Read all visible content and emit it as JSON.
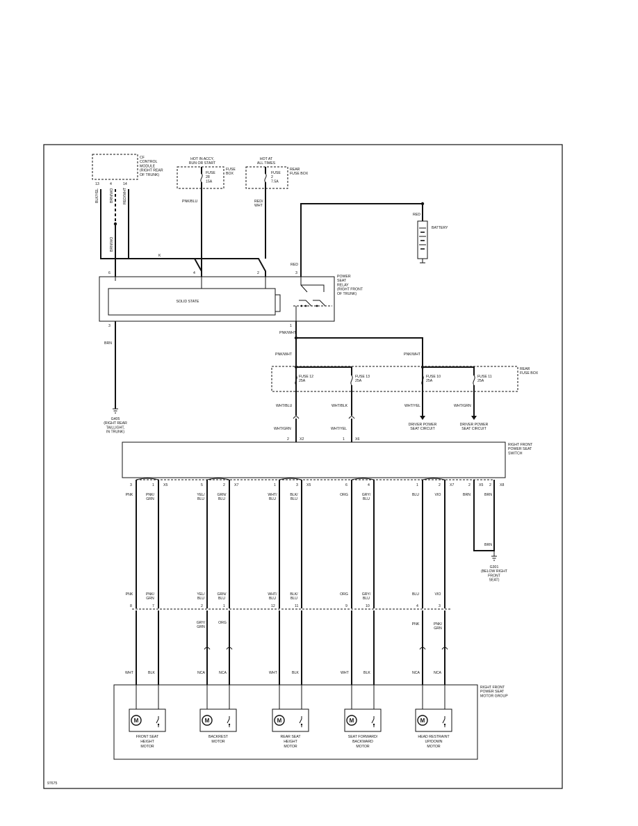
{
  "figure_id": "97675",
  "control_module": {
    "label": [
      "CF",
      "CONTROL",
      "MODULE",
      "(RIGHT REAR",
      "OF TRUNK)"
    ],
    "pins": [
      "13",
      "4",
      "14"
    ]
  },
  "fuse_hot_accy": {
    "heading": [
      "HOT IN ACCY,",
      "RUN OR START"
    ],
    "fuse": [
      "FUSE",
      "28",
      "15A"
    ],
    "box": [
      "FUSE",
      "BOX"
    ]
  },
  "fuse_hot_always": {
    "heading": [
      "HOT AT",
      "ALL TIMES"
    ],
    "fuse": [
      "FUSE",
      "2",
      "7.5A"
    ],
    "box": [
      "REAR",
      "FUSE BOX"
    ]
  },
  "battery": {
    "label": "BATTERY",
    "wire": "RED"
  },
  "relay": {
    "label": [
      "POWER",
      "SEAT",
      "RELAY",
      "(RIGHT FRONT",
      "OF TRUNK)"
    ],
    "inner": "SOLID STATE",
    "pins_top": [
      "6",
      "4",
      "2",
      "3"
    ],
    "pins_bottom": [
      "3",
      "1"
    ]
  },
  "wires_upper": {
    "blk_yel": "BLK/YEL",
    "brn_wo": "BRN/WO",
    "red_wht": "RED/WHT",
    "pnk_blu": "PNK/BLU",
    "red_wht2": [
      "RED/",
      "WHT"
    ],
    "k": "K",
    "red": "RED",
    "brn": "BRN",
    "pnk_wht": "PNK/WHT"
  },
  "ground_g405": {
    "label": [
      "G405",
      "(RIGHT REAR",
      "TAILLIGHT,",
      "IN TRUNK)"
    ]
  },
  "rear_fuse_box": {
    "label": [
      "REAR",
      "FUSE BOX"
    ],
    "pnk_wht": "PNK/WHT",
    "fuses": [
      [
        "FUSE 12",
        "25A"
      ],
      [
        "FUSE 13",
        "25A"
      ],
      [
        "FUSE 10",
        "25A"
      ],
      [
        "FUSE 11",
        "25A"
      ]
    ],
    "outputs": [
      "WHT/BLU",
      "WHT/BLK",
      "WHT/YEL",
      "WHT/GRN"
    ]
  },
  "driver_circuits": [
    [
      "DRIVER POWER",
      "SEAT CIRCUIT"
    ],
    [
      "DRIVER POWER",
      "SEAT CIRCUIT"
    ]
  ],
  "switch_inputs": {
    "wires": [
      "WHT/GRN",
      "WHT/YEL"
    ],
    "pins": [
      "2",
      "1"
    ],
    "conn": [
      "X2",
      "X6"
    ]
  },
  "switch": {
    "label": [
      "RIGHT FRONT",
      "POWER SEAT",
      "SWITCH"
    ]
  },
  "switch_pins": [
    {
      "pins": [
        "3",
        "1"
      ],
      "conn": "X5",
      "wires": [
        "PNK",
        "PNK/\nGRN"
      ]
    },
    {
      "pins": [
        "5",
        "2"
      ],
      "conn": "X7",
      "wires": [
        "YEL/\nBLU",
        "GRN/\nBLU"
      ]
    },
    {
      "pins": [
        "1",
        "3"
      ],
      "conn": "X5",
      "wires": [
        "WHT/\nBLU",
        "BLK/\nBLU"
      ]
    },
    {
      "pins": [
        "6",
        "4"
      ],
      "conn": "",
      "wires": [
        "ORG",
        "GRY/\nBLU"
      ]
    },
    {
      "pins": [
        "1",
        "2"
      ],
      "conn": "X7",
      "wires": [
        "BLU",
        "VIO"
      ]
    }
  ],
  "ground_pins": {
    "pins": [
      "2",
      "X5",
      "2",
      "X8"
    ],
    "wires": [
      "BRN",
      "BRN",
      "BRN"
    ]
  },
  "ground_g301": {
    "label": [
      "G301",
      "(BELOW RIGHT",
      "FRONT",
      "SEAT)"
    ]
  },
  "lower_connector": {
    "wires": [
      [
        "PNK",
        "PNK/\nGRN"
      ],
      [
        "YEL/\nBLU",
        "GRN/\nBLU"
      ],
      [
        "WHT/\nBLU",
        "BLK/\nBLU"
      ],
      [
        "ORG",
        "GRY/\nBLU"
      ],
      [
        "BLU",
        "VIO"
      ]
    ],
    "pins": [
      [
        "8",
        "7"
      ],
      [
        "2",
        "1"
      ],
      [
        "12",
        "11"
      ],
      [
        "9",
        "10"
      ],
      [
        "4",
        "3"
      ]
    ]
  },
  "inline_wires": [
    [
      "",
      ""
    ],
    [
      "GRY/\nGRN",
      "ORG"
    ],
    [
      "",
      ""
    ],
    [
      "",
      ""
    ],
    [
      "PNK",
      "PNK/\nGRN"
    ]
  ],
  "motor_wires": [
    [
      "WHT",
      "BLK"
    ],
    [
      "NCA",
      "NCA"
    ],
    [
      "WHT",
      "BLK"
    ],
    [
      "WHT",
      "BLK"
    ],
    [
      "NCA",
      "NCA"
    ]
  ],
  "motor_group": {
    "label": [
      "RIGHT FRONT",
      "POWER SEAT",
      "MOTOR GROUP"
    ]
  },
  "motors": [
    {
      "label": [
        "FRONT SEAT",
        "HEIGHT",
        "MOTOR"
      ]
    },
    {
      "label": [
        "BACKREST",
        "MOTOR"
      ]
    },
    {
      "label": [
        "REAR SEAT",
        "HEIGHT",
        "MOTOR"
      ]
    },
    {
      "label": [
        "SEAT FORWARD/",
        "BACKWARD",
        "MOTOR"
      ]
    },
    {
      "label": [
        "HEAD RESTRAINT",
        "UP/DOWN",
        "MOTOR"
      ]
    }
  ],
  "motor_symbol": "M"
}
